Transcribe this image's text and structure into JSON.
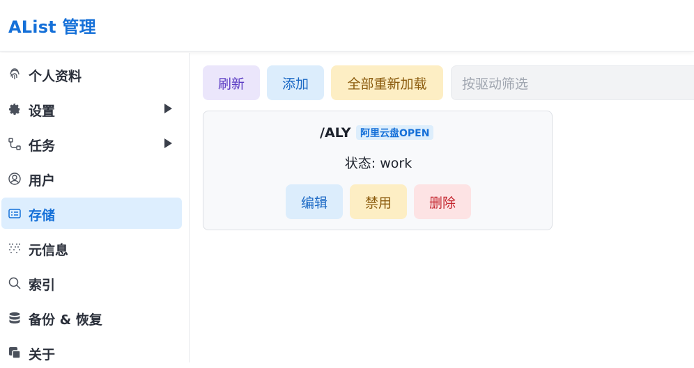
{
  "app": {
    "title": "AList 管理"
  },
  "sidebar": {
    "items": [
      {
        "label": "个人资料",
        "icon": "fingerprint-icon"
      },
      {
        "label": "设置",
        "icon": "gear-icon",
        "expandable": true
      },
      {
        "label": "任务",
        "icon": "flow-icon",
        "expandable": true
      },
      {
        "label": "用户",
        "icon": "user-circle-icon"
      },
      {
        "label": "存储",
        "icon": "storage-icon",
        "active": true
      },
      {
        "label": "元信息",
        "icon": "meta-grid-icon"
      },
      {
        "label": "索引",
        "icon": "search-icon"
      },
      {
        "label": "备份 & 恢复",
        "icon": "database-icon"
      },
      {
        "label": "关于",
        "icon": "copy-icon"
      }
    ]
  },
  "toolbar": {
    "refresh_label": "刷新",
    "add_label": "添加",
    "reload_all_label": "全部重新加载",
    "filter_placeholder": "按驱动筛选"
  },
  "storage_card": {
    "mount_path": "/ALY",
    "driver": "阿里云盘OPEN",
    "status_text": "状态: work",
    "edit_label": "编辑",
    "disable_label": "禁用",
    "delete_label": "删除"
  },
  "colors": {
    "accent": "#1570d8",
    "active_bg": "#ddeefe"
  }
}
